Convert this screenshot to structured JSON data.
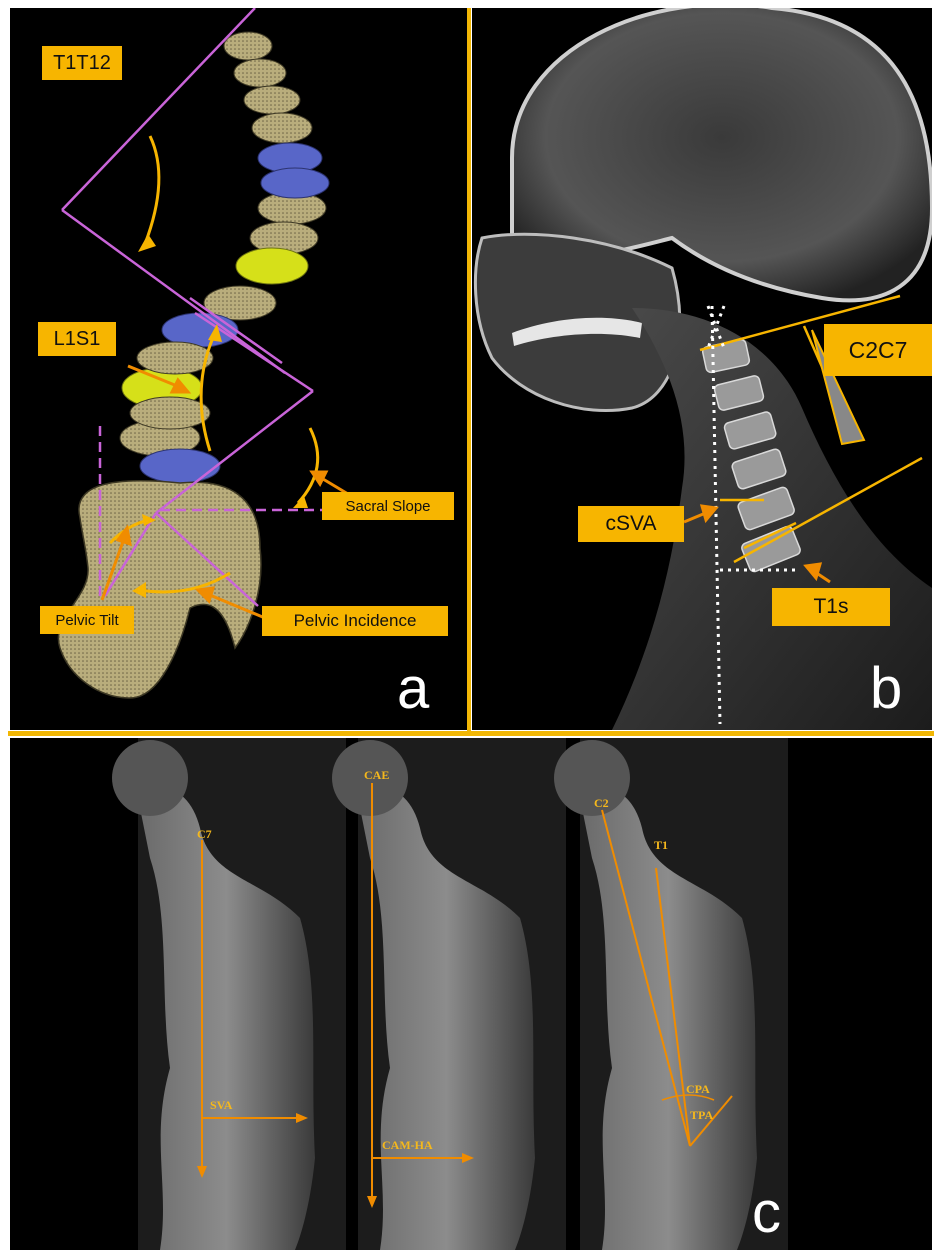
{
  "panel_a": {
    "letter": "a",
    "labels": {
      "t1t12": "T1T12",
      "l1s1": "L1S1",
      "sacral_slope": "Sacral Slope",
      "pelvic_tilt": "Pelvic Tilt",
      "pelvic_incidence": "Pelvic Incidence"
    }
  },
  "panel_b": {
    "letter": "b",
    "labels": {
      "c2c7": "C2C7",
      "csva": "cSVA",
      "t1s": "T1s"
    }
  },
  "panel_c": {
    "letter": "c",
    "xray_1": {
      "top": "C7",
      "bottom": "SVA"
    },
    "xray_2": {
      "top": "CAE",
      "bottom": "CAM-HA"
    },
    "xray_3": {
      "top_left": "C2",
      "top_right": "T1",
      "angle_1": "CPA",
      "angle_2": "TPA"
    }
  },
  "colors": {
    "accent": "#f7b500",
    "arrow": "#f08c00",
    "angle_lines": "#c964d8",
    "background": "#000000"
  }
}
